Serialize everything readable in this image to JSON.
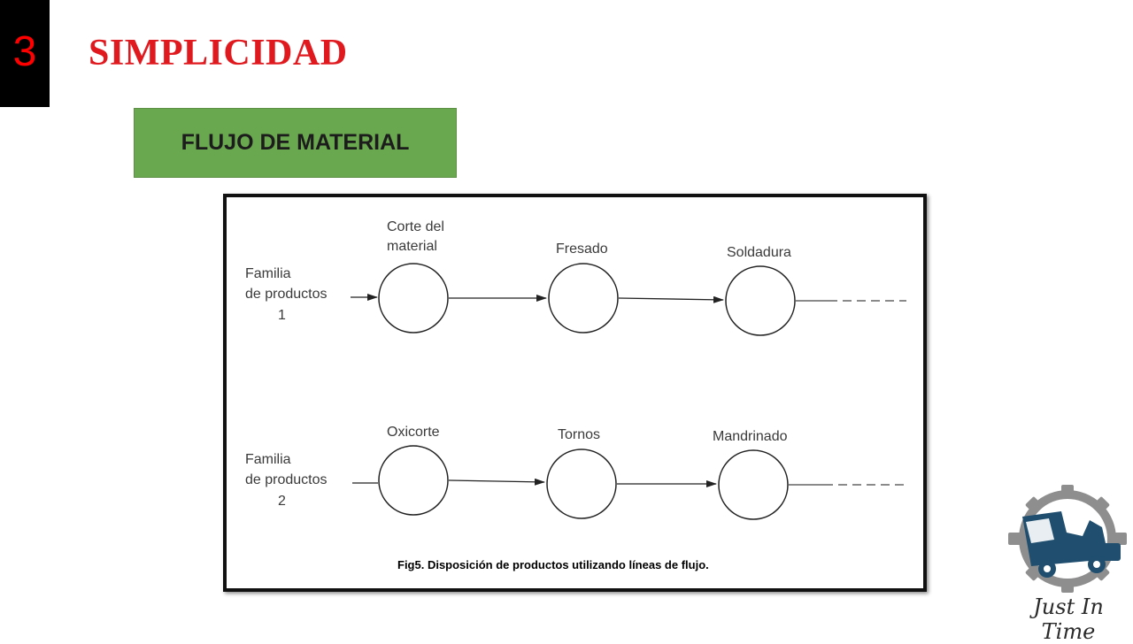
{
  "slide": {
    "number": "3",
    "title": "SIMPLICIDAD",
    "section_button": "FLUJO DE MATERIAL"
  },
  "diagram": {
    "rows": [
      {
        "input_label_lines": [
          "Familia",
          "de productos",
          "1"
        ],
        "stations": [
          "Corte del material",
          "Fresado",
          "Soldadura"
        ]
      },
      {
        "input_label_lines": [
          "Familia",
          "de productos",
          "2"
        ],
        "stations": [
          "Oxicorte",
          "Tornos",
          "Mandrinado"
        ]
      }
    ],
    "caption": "Fig5. Disposición de productos utilizando líneas de flujo."
  },
  "logo": {
    "icon": "gear-truck-icon",
    "text": "Just In Time"
  },
  "colors": {
    "number_bg": "#000000",
    "number_text": "#ff0000",
    "title": "#e0191f",
    "section_button": "#6aa84f",
    "logo_truck": "#1f4e6e",
    "logo_gear": "#8e8e8e"
  }
}
